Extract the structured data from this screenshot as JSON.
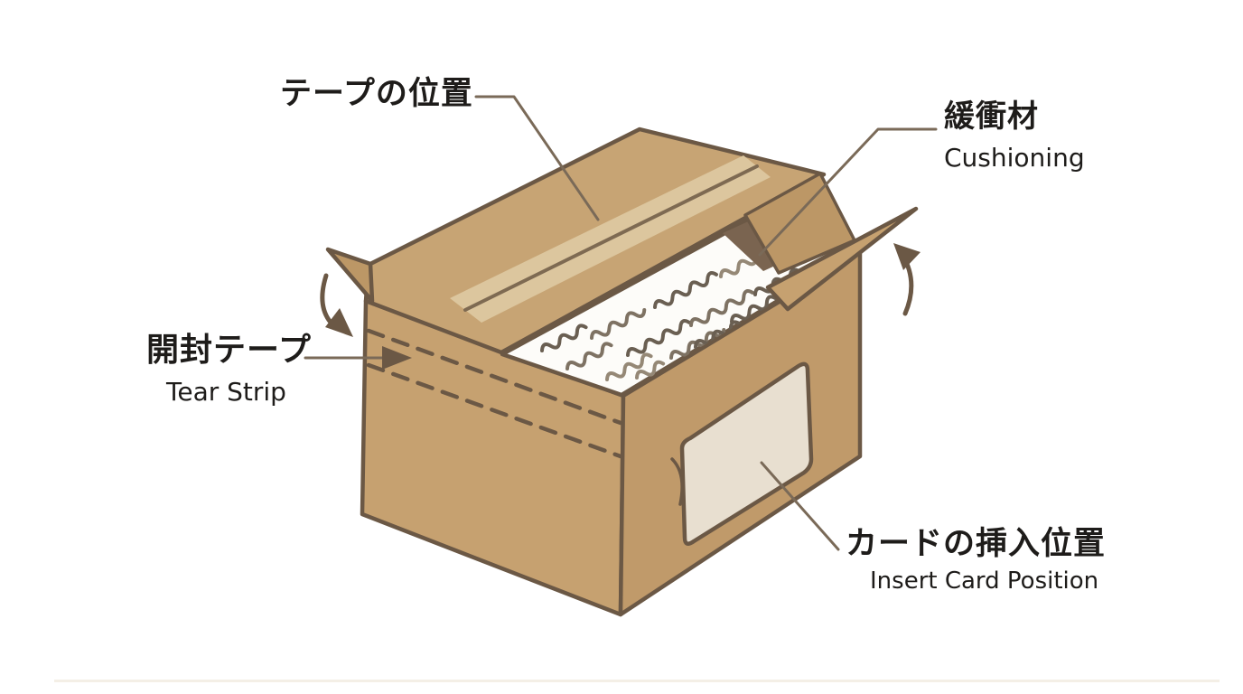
{
  "diagram_title": "Packaging box annotated diagram",
  "labels": {
    "tape_position": {
      "jp": "テープの位置"
    },
    "cushioning": {
      "jp": "緩衝材",
      "en": "Cushioning"
    },
    "tear_strip": {
      "jp": "開封テープ",
      "en": "Tear Strip"
    },
    "insert_card": {
      "jp": "カードの挿入位置",
      "en": "Insert Card Position"
    }
  },
  "colors": {
    "background": "#ffffff",
    "cardboard_left": "#c6a170",
    "cardboard_right": "#c09a6a",
    "cardboard_lid": "#c7a474",
    "cardboard_flap": "#bc9766",
    "tape": "#dcc69e",
    "tape_center_line": "#7e6a52",
    "outline": "#6b5845",
    "interior_white": "#fdfcf9",
    "interior_shadow": "#7a6450",
    "card_window": "#e8dfd0",
    "leader_line": "#7a6a58",
    "label_text": "#1e1c1a"
  }
}
